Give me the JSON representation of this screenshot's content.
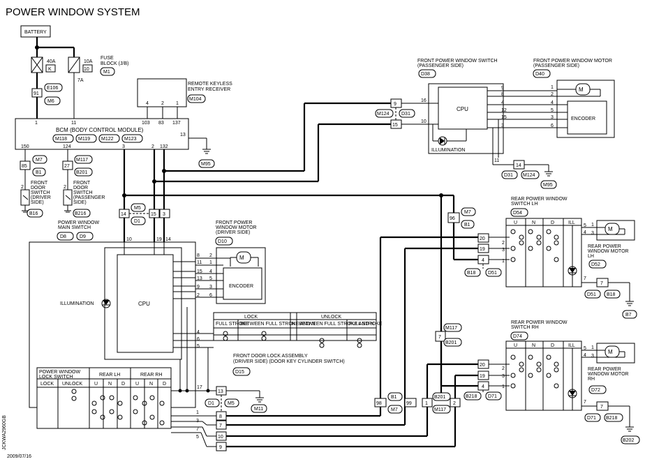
{
  "title": "POWER WINDOW SYSTEM",
  "date": "2009/07/16",
  "figure_id": "JCKWA2960GB",
  "battery": "BATTERY",
  "fuse": {
    "amp": "40A",
    "letter": "K",
    "label1": "FUSE",
    "label2": "BLOCK (J/B)",
    "amp2": "10A",
    "num2": "10",
    "conn": "M1",
    "pin": "7A"
  },
  "e106": "E106",
  "m6": "M6",
  "pin91": "91",
  "keyless": {
    "l1": "REMOTE KEYLESS",
    "l2": "ENTRY RECEIVER",
    "conn": "M104",
    "pins": [
      "4",
      "2",
      "1"
    ],
    "bpins": [
      "103",
      "83",
      "137"
    ]
  },
  "bcm": {
    "label": "BCM (BODY CONTROL MODULE)",
    "conns": [
      "M118",
      "M119",
      "M122",
      "M123"
    ],
    "top_pins": [
      "1",
      "11"
    ],
    "pin13": "13",
    "bottom_pins": [
      "150",
      "124",
      "3",
      "2",
      "132"
    ],
    "ground": "M95"
  },
  "fdsw_driver": {
    "pin": "85",
    "conn1": "M7",
    "conn2": "B1",
    "l1": "FRONT",
    "l2": "DOOR",
    "l3": "SWITCH",
    "l4": "(DRIVER",
    "l5": "SIDE)",
    "code": "B16",
    "p2": "2"
  },
  "fdsw_pass": {
    "pin": "27",
    "conn1": "M117",
    "conn2": "B201",
    "l1": "FRONT",
    "l2": "DOOR",
    "l3": "SWITCH",
    "l4": "(PASSENGER",
    "l5": "SIDE)",
    "code": "B216",
    "p2": "2"
  },
  "jc_m5": {
    "pins": [
      "14",
      "15",
      "3"
    ],
    "c1": "M5",
    "c2": "D1"
  },
  "main_sw": {
    "l1": "POWER WINDOW",
    "l2": "MAIN SWITCH",
    "c1": "D8",
    "c2": "D9",
    "top_pins": [
      "10",
      "19",
      "14"
    ],
    "cpu": "CPU",
    "illum": "ILLUMINATION",
    "encoder": "ENCODER",
    "right_pins": [
      "8",
      "11",
      "15",
      "13",
      "9",
      "2",
      "4",
      "6",
      "5"
    ],
    "pin17": "17"
  },
  "fpwm_driver": {
    "l1": "FRONT POWER",
    "l2": "WINDOW MOTOR",
    "l3": "(DRIVER SIDE)",
    "code": "D10",
    "pins": [
      "2",
      "1",
      "4",
      "5",
      "3",
      "6"
    ]
  },
  "door_lock": {
    "l1": "FRONT DOOR LOCK ASSEMBLY",
    "l2": "(DRIVER SIDE) (DOOR KEY CYLINDER SWITCH)",
    "code": "D15",
    "lock": "LOCK",
    "unlock": "UNLOCK",
    "cols": [
      "FULL STROKE",
      "BETWEEN FULL STROKE AND N",
      "N",
      "BETWEEN FULL STROKE AND N",
      "FULL STROKE"
    ],
    "pins": [
      "4",
      "6",
      "5"
    ]
  },
  "lock_table": {
    "h1": "POWER WINDOW",
    "h2": "LOCK SWITCH",
    "rear_lh": "REAR LH",
    "rear_rh": "REAR RH",
    "lock": "LOCK",
    "unlock": "UNLOCK",
    "unds": [
      "U",
      "N",
      "D",
      "U",
      "N",
      "D"
    ]
  },
  "d1m5_bottom": {
    "pin": "13",
    "c1": "D1",
    "c2": "M5",
    "ground": "M11",
    "pins": [
      "8",
      "7",
      "10",
      "9"
    ],
    "lpins": [
      "1",
      "3",
      "7",
      "5"
    ]
  },
  "fpws_pass": {
    "l1": "FRONT POWER WINDOW SWITCH",
    "l2": "(PASSENGER SIDE)",
    "code": "D38",
    "cpu": "CPU",
    "illum": "ILLUMINATION",
    "in_pins": [
      "16",
      "10"
    ],
    "out_pins": [
      "9",
      "8",
      "4",
      "12",
      "15",
      "3"
    ],
    "pin11": "11"
  },
  "fpwm_pass": {
    "l1": "FRONT POWER WINDOW MOTOR",
    "l2": "(PASSENGER SIDE)",
    "code": "D40",
    "encoder": "ENCODER",
    "pins": [
      "1",
      "2",
      "4",
      "5",
      "3",
      "6"
    ]
  },
  "jc_m124": {
    "pins": [
      "9",
      "15"
    ],
    "c1": "M124",
    "c2": "D31"
  },
  "jc_d31_14": {
    "pin": "14",
    "c1": "D31",
    "c2": "M124",
    "ground": "M95"
  },
  "jc_m7": {
    "pin": "96",
    "c1": "M7",
    "c2": "B1"
  },
  "rpws_lh": {
    "l1": "REAR POWER WINDOW",
    "l2": "SWITCH LH",
    "code": "D54",
    "hdr": [
      "U",
      "N",
      "D",
      "ILL"
    ],
    "in_pins": [
      "20",
      "19",
      "4"
    ],
    "c1": "B18",
    "c2": "D51",
    "sw_pins": [
      "2",
      "3",
      "1"
    ],
    "out_pins": [
      "5",
      "4",
      "7"
    ]
  },
  "rpwm_lh": {
    "l1": "REAR POWER",
    "l2": "WINDOW MOTOR",
    "l3": "LH",
    "code": "D52",
    "pins": [
      "1",
      "3"
    ]
  },
  "jc_d51_7": {
    "pin": "7",
    "c1": "D51",
    "c2": "B18",
    "ground": "B7"
  },
  "jc_m117": {
    "pin": "7",
    "c1": "M117",
    "c2": "B201"
  },
  "rpws_rh": {
    "l1": "REAR POWER WINDOW",
    "l2": "SWITCH RH",
    "code": "D74",
    "hdr": [
      "U",
      "N",
      "D",
      "ILL"
    ],
    "in_pins": [
      "20",
      "19",
      "4"
    ],
    "c1": "B218",
    "c2": "D71",
    "sw_pins": [
      "2",
      "3",
      "1"
    ],
    "out_pins": [
      "5",
      "4",
      "7"
    ]
  },
  "rpwm_rh": {
    "l1": "REAR POWER",
    "l2": "WINDOW MOTOR",
    "l3": "RH",
    "code": "D72",
    "pins": [
      "1",
      "3"
    ]
  },
  "jc_d71_7": {
    "pin": "7",
    "c1": "D71",
    "c2": "B218",
    "ground": "B202"
  },
  "jc_b1_98": {
    "pins": [
      "98",
      "99"
    ],
    "c1": "B1",
    "c2": "M7"
  },
  "jc_b201": {
    "pins": [
      "1",
      "2"
    ],
    "c1": "B201",
    "c2": "M117"
  }
}
